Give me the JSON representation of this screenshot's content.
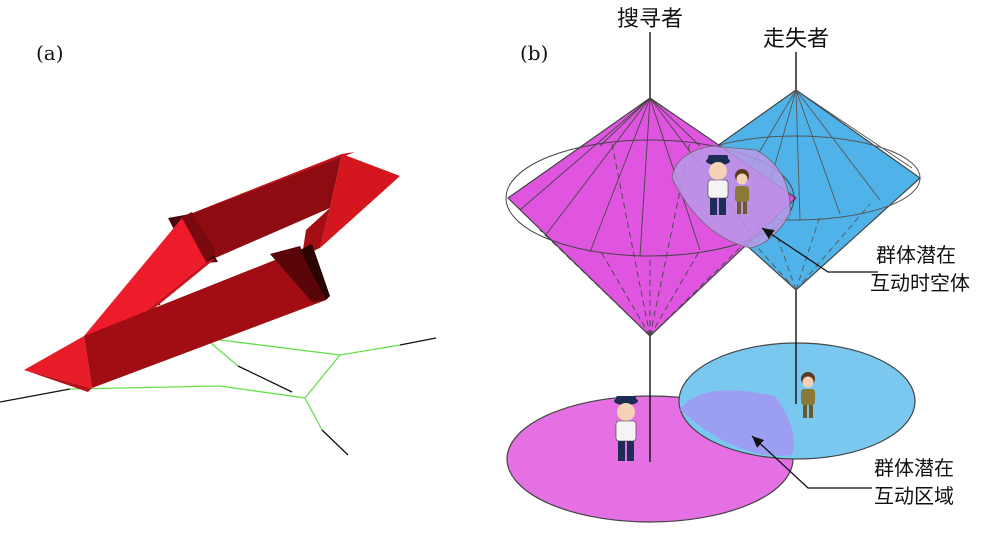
{
  "panel_a": {
    "label": "(a)"
  },
  "panel_b": {
    "label": "(b)",
    "searcher_label": "搜寻者",
    "missing_label": "走失者",
    "potential_volume_label": [
      "群体潜在",
      "互动时空体"
    ],
    "potential_region_label": [
      "群体潜在",
      "互动区域"
    ]
  },
  "colors": {
    "magenta": "#e05ce0",
    "blue": "#4fb3ea",
    "overlap": "#9a9cf0",
    "prism_dark": "#9b0d13",
    "prism_light": "#ee1c2a",
    "network": "#66e04a"
  }
}
